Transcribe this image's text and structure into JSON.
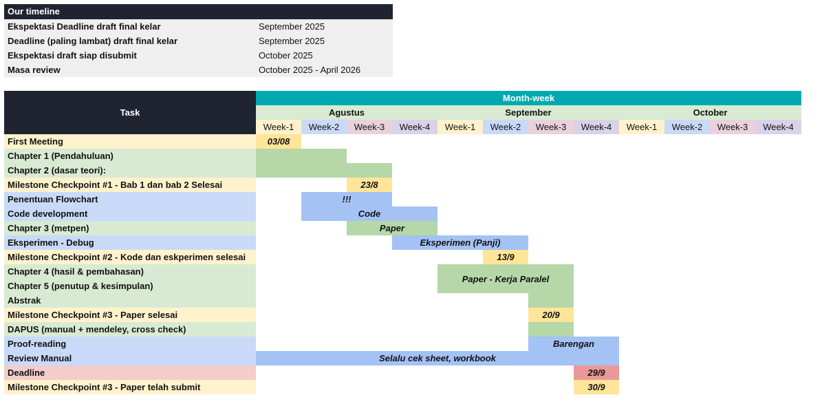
{
  "timeline": {
    "title": "Our timeline",
    "rows": [
      {
        "label": "Ekspektasi Deadline draft final kelar",
        "value": "September 2025"
      },
      {
        "label": "Deadline (paling lambat) draft final kelar",
        "value": "September 2025"
      },
      {
        "label": "Ekspektasi draft siap disubmit",
        "value": "October 2025"
      },
      {
        "label": "Masa review",
        "value": "October 2025 - April 2026"
      }
    ]
  },
  "gantt": {
    "task_header": "Task",
    "month_week_header": "Month-week",
    "months": [
      "Agustus",
      "September",
      "October"
    ],
    "weeks": [
      "Week-1",
      "Week-2",
      "Week-3",
      "Week-4",
      "Week-1",
      "Week-2",
      "Week-3",
      "Week-4",
      "Week-1",
      "Week-2",
      "Week-3",
      "Week-4"
    ],
    "tasks": [
      "First Meeting",
      "Chapter 1 (Pendahuluan)",
      "Chapter 2 (dasar teori):",
      "Milestone Checkpoint #1 - Bab 1 dan bab 2 Selesai",
      "Penentuan Flowchart",
      "Code development",
      "Chapter 3 (metpen)",
      "Eksperimen - Debug",
      "Milestone Checkpoint #2 - Kode dan eskperimen selesai",
      "Chapter 4 (hasil & pembahasan)",
      "Chapter 5 (penutup & kesimpulan)",
      "Abstrak",
      "Milestone Checkpoint #3 - Paper selesai",
      "DAPUS (manual + mendeley, cross check)",
      "Proof-reading",
      "Review Manual",
      "Deadline",
      "Milestone Checkpoint #3 - Paper telah submit"
    ],
    "bar_labels": {
      "first_meeting": "03/08",
      "milestone1": "23/8",
      "flowchart": "!!!",
      "code": "Code",
      "chapter3": "Paper",
      "eksperimen": "Eksperimen (Panji)",
      "milestone2": "13/9",
      "chapter45": "Paper - Kerja Paralel",
      "milestone3": "20/9",
      "proofreading": "Barengan",
      "review": "Selalu cek sheet, workbook",
      "deadline": "29/9",
      "submit": "30/9"
    }
  },
  "colors": {
    "dark_header": "#1f2430",
    "teal_header": "#00a9b0",
    "light_yellow": "#fff2cc",
    "yellow_bar": "#ffe599",
    "light_green": "#d9ead3",
    "green_bar": "#b6d7a8",
    "light_blue": "#c9daf8",
    "blue_bar": "#a4c2f4",
    "light_red": "#f4cccc",
    "red_bar": "#ea9999"
  }
}
